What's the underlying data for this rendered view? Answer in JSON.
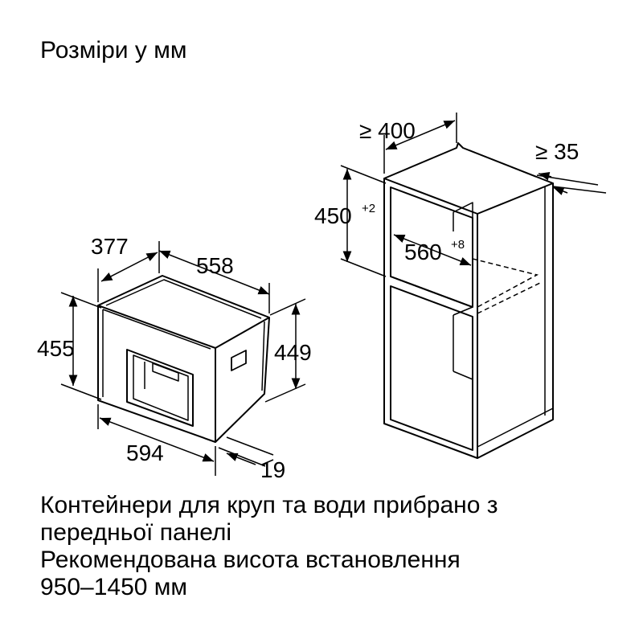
{
  "title": "Розміри у мм",
  "appliance": {
    "width": "594",
    "height_left": "455",
    "height_right": "449",
    "depth_top": "558",
    "depth_front": "377",
    "panel": "19"
  },
  "niche": {
    "width": "≥ 400",
    "rear_gap": "≥ 35",
    "height": "450",
    "height_tol": "+2",
    "depth": "560",
    "depth_tol": "+8"
  },
  "notes": [
    "Контейнери для круп та води прибрано з",
    "передньої панелі",
    "Рекомендована висота встановлення",
    "950–1450 мм"
  ]
}
